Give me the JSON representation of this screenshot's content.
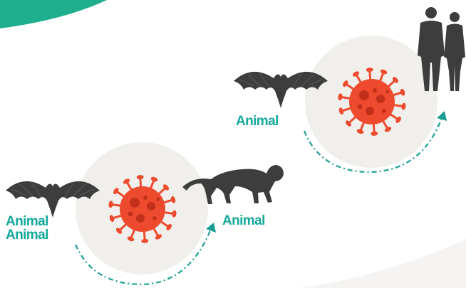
{
  "labels": {
    "left_animal_line1": "Animal",
    "left_animal_line2": "Animal",
    "monkey_animal": "Animal",
    "upper_bat_animal": "Animal"
  },
  "icons": [
    "bat-icon",
    "virus-icon",
    "monkey-icon",
    "humans-icon"
  ],
  "colors": {
    "label_teal": "#14A89B",
    "arrow_teal": "#1A9E93",
    "virus_red": "#EE4A2E",
    "virus_dark": "#C2301A",
    "silhouette": "#3D3D3D",
    "circle_bg": "#F1EFEB",
    "corner_green": "#1FAE8E",
    "corner_gray": "#F5F4F2"
  }
}
